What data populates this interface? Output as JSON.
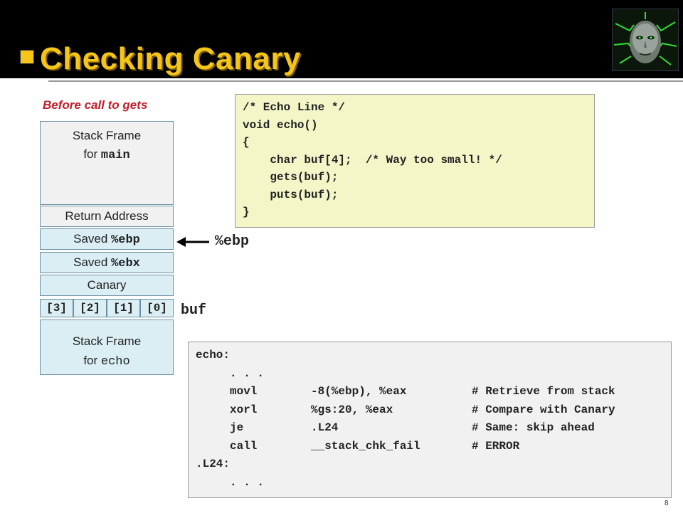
{
  "slide": {
    "title": "Checking Canary",
    "page_number": "8",
    "title_color": "#f5c518",
    "caption": "Before call to gets",
    "caption_color": "#c0202a"
  },
  "stack": {
    "main_frame": {
      "line1": "Stack Frame",
      "line2_prefix": "for ",
      "line2_code": "main"
    },
    "return_address": "Return Address",
    "saved_ebp": {
      "prefix": "Saved ",
      "code": "%ebp"
    },
    "saved_ebx": {
      "prefix": "Saved ",
      "code": "%ebx"
    },
    "canary": "Canary",
    "buf_cells": [
      "[3]",
      "[2]",
      "[1]",
      "[0]"
    ],
    "echo_frame": {
      "line1": "Stack Frame",
      "line2_prefix": "for ",
      "line2_code": "echo"
    }
  },
  "pointers": {
    "ebp_label": "%ebp",
    "buf_label": "buf"
  },
  "c_code": [
    "/* Echo Line */",
    "void echo()",
    "{",
    "    char buf[4];  /* Way too small! */",
    "    gets(buf);",
    "    puts(buf);",
    "}"
  ],
  "asm": [
    {
      "label": "echo:",
      "op": "",
      "args": "",
      "comment": ""
    },
    {
      "label": "",
      "op": ". . .",
      "args": "",
      "comment": ""
    },
    {
      "label": "",
      "op": "movl",
      "args": "-8(%ebp), %eax",
      "comment": "# Retrieve from stack"
    },
    {
      "label": "",
      "op": "xorl",
      "args": "%gs:20, %eax",
      "comment": "# Compare with Canary"
    },
    {
      "label": "",
      "op": "je",
      "args": ".L24",
      "comment": "# Same: skip ahead"
    },
    {
      "label": "",
      "op": "call",
      "args": "__stack_chk_fail",
      "comment": "# ERROR"
    },
    {
      "label": ".L24:",
      "op": "",
      "args": "",
      "comment": ""
    },
    {
      "label": "",
      "op": ". . .",
      "args": "",
      "comment": ""
    }
  ],
  "icons": {
    "logo": "shodan-face-logo",
    "title_bullet": "square-bullet-icon",
    "pointer": "arrow-left-icon"
  }
}
